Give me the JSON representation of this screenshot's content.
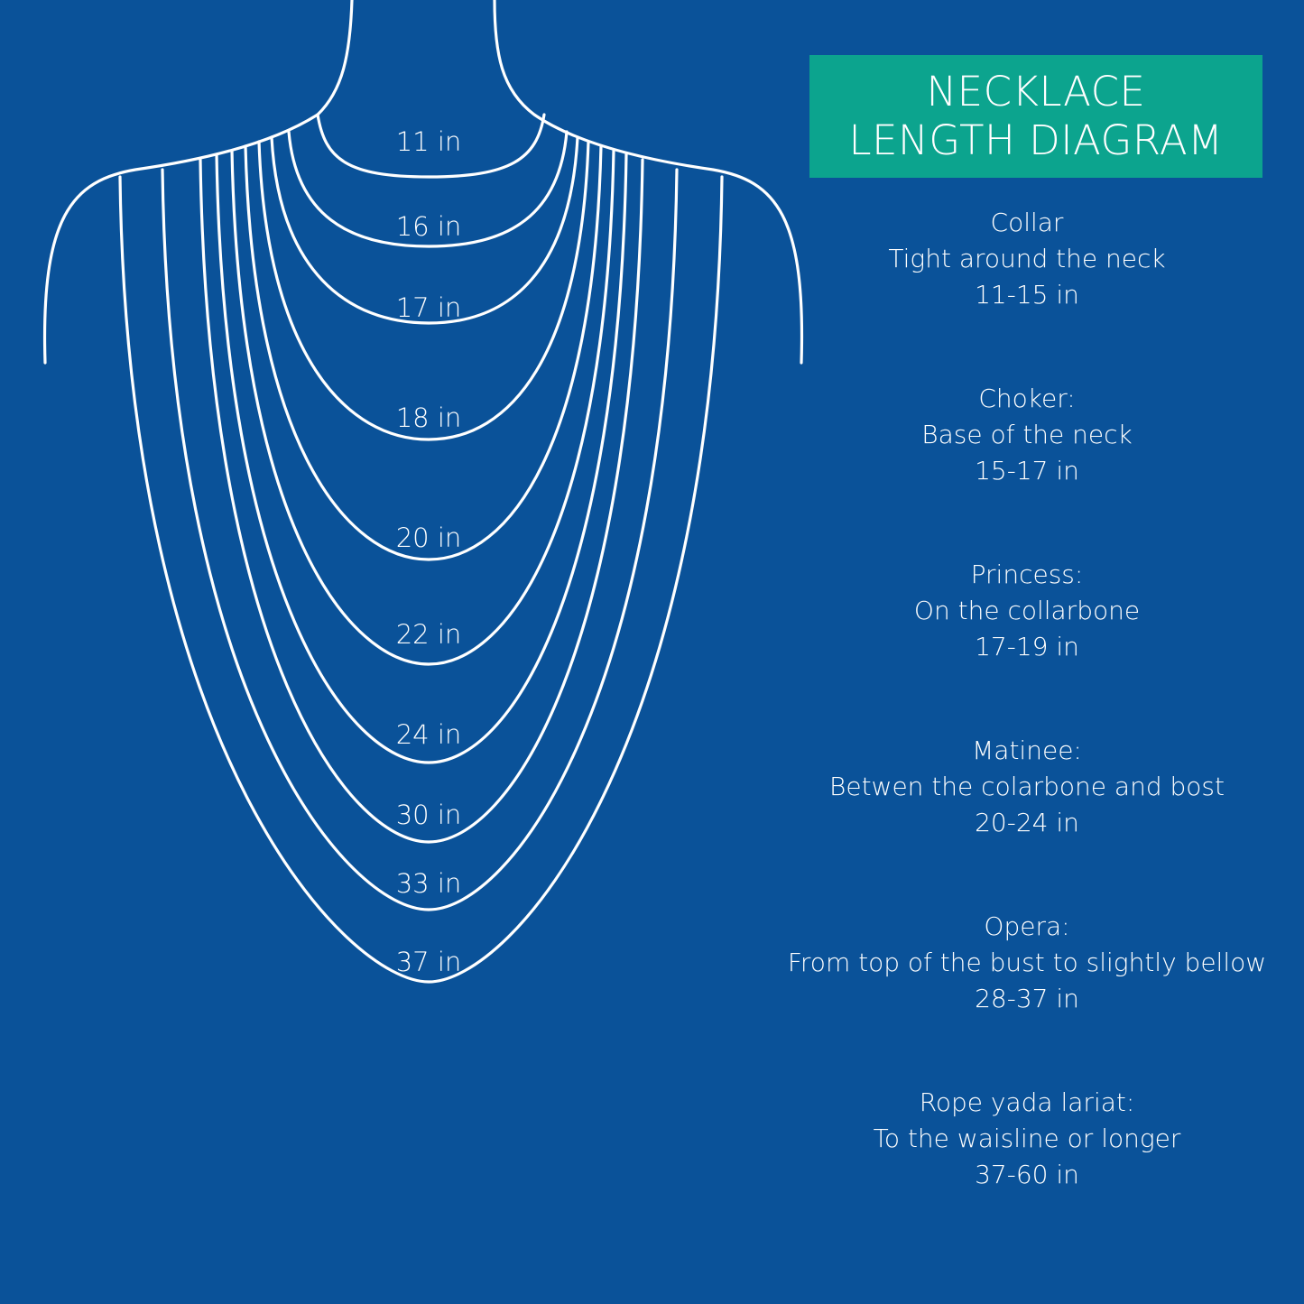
{
  "title": {
    "line1": "NECKLACE",
    "line2": "LENGTH DIAGRAM"
  },
  "colors": {
    "background": "#0a5299",
    "title_box": "#0ca48e",
    "lines": "#ffffff"
  },
  "necklace_lengths": [
    "11 in",
    "16 in",
    "17 in",
    "18 in",
    "20 in",
    "22 in",
    "24 in",
    "30 in",
    "33 in",
    "37 in"
  ],
  "types": [
    {
      "name": "Collar",
      "description": "Tight around the neck",
      "range": "11-15 in"
    },
    {
      "name": "Choker:",
      "description": "Base of the neck",
      "range": "15-17 in"
    },
    {
      "name": "Princess:",
      "description": "On the collarbone",
      "range": "17-19 in"
    },
    {
      "name": "Matinee:",
      "description": "Betwen the colarbone and bost",
      "range": "20-24 in"
    },
    {
      "name": "Opera:",
      "description": "From top of the bust to slightly bellow",
      "range": "28-37 in"
    },
    {
      "name": "Rope yada lariat:",
      "description": "To the waisline or longer",
      "range": "37-60 in"
    }
  ]
}
